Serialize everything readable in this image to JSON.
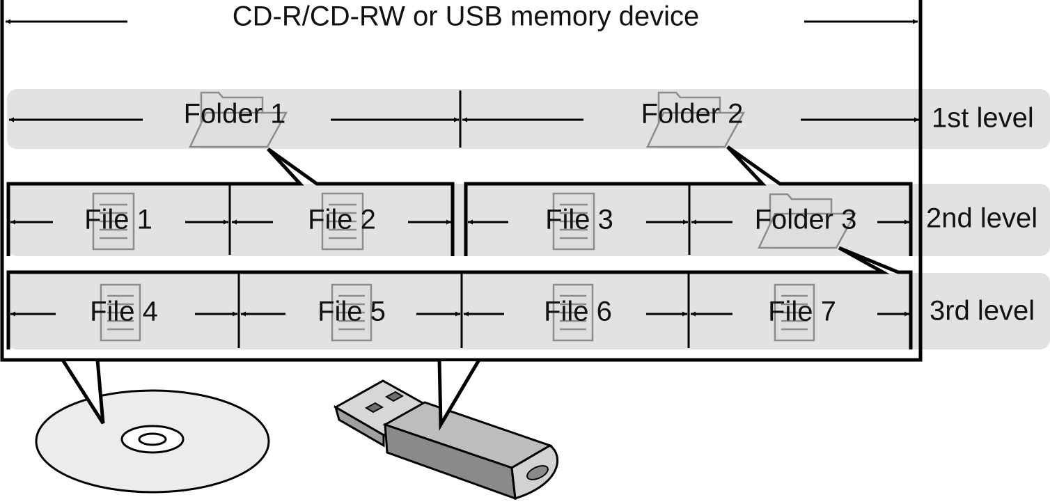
{
  "title": "CD-R/CD-RW or USB memory device",
  "levels": [
    "1st level",
    "2nd level",
    "3rd level"
  ],
  "level1": {
    "folder1": "Folder 1",
    "folder2": "Folder 2"
  },
  "level2": {
    "file1": "File 1",
    "file2": "File 2",
    "file3": "File 3",
    "folder3": "Folder 3"
  },
  "level3": {
    "file4": "File 4",
    "file5": "File 5",
    "file6": "File 6",
    "file7": "File 7"
  },
  "colors": {
    "band": "#e2e2e2",
    "outline": "#000000",
    "icon": "#8c8c8c"
  }
}
